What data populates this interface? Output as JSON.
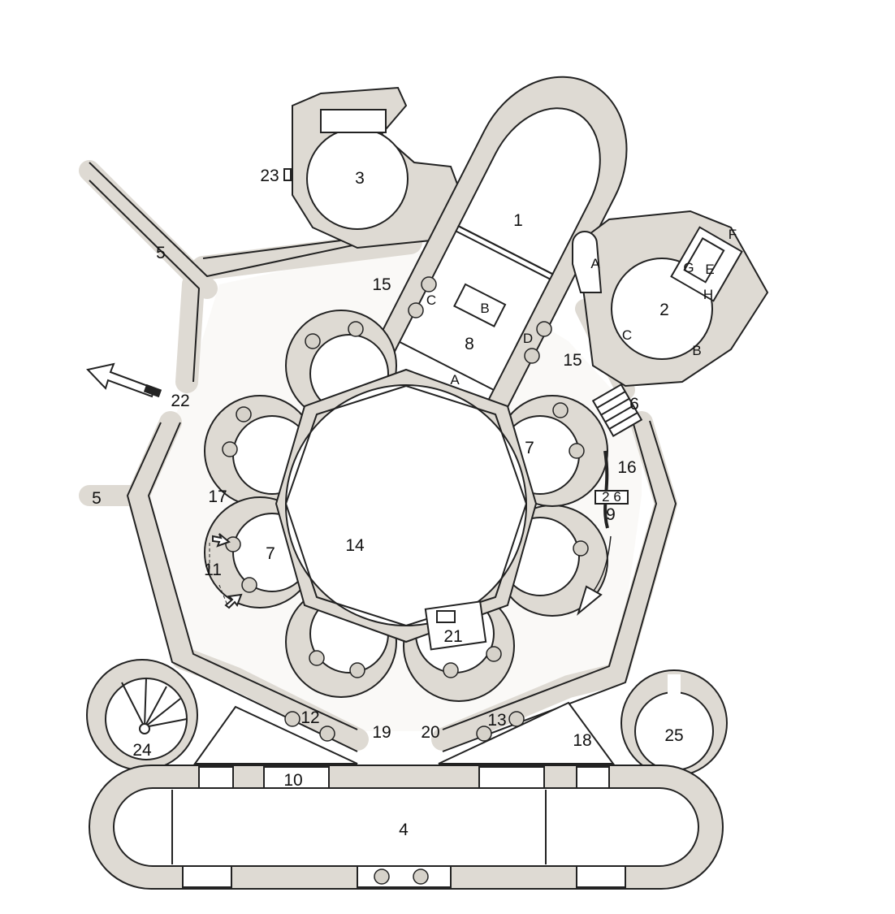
{
  "plan": {
    "rooms": {
      "r1": "1",
      "r2": "2",
      "r3": "3",
      "r4": "4",
      "r5a": "5",
      "r5b": "5",
      "r6": "6",
      "r7a": "7",
      "r7b": "7",
      "r8": "8",
      "r9": "9",
      "r10": "10",
      "r11": "11",
      "r12": "12",
      "r13": "13",
      "r14": "14",
      "r15a": "15",
      "r15b": "15",
      "r16": "16",
      "r17": "17",
      "r18": "18",
      "r19": "19",
      "r20": "20",
      "r21": "21",
      "r22": "22",
      "r23": "23",
      "r24": "24",
      "r25": "25",
      "r26": "2 6"
    },
    "letters": {
      "a_chancel": "A",
      "b_chancel": "B",
      "c_chancel": "C",
      "d_chancel": "D",
      "a_side": "A",
      "b_side": "B",
      "c_side": "C",
      "e_side": "E",
      "f_side": "F",
      "g_side": "G",
      "h_side": "H"
    },
    "colors": {
      "wall": "#dedad3",
      "line": "#222222"
    }
  }
}
